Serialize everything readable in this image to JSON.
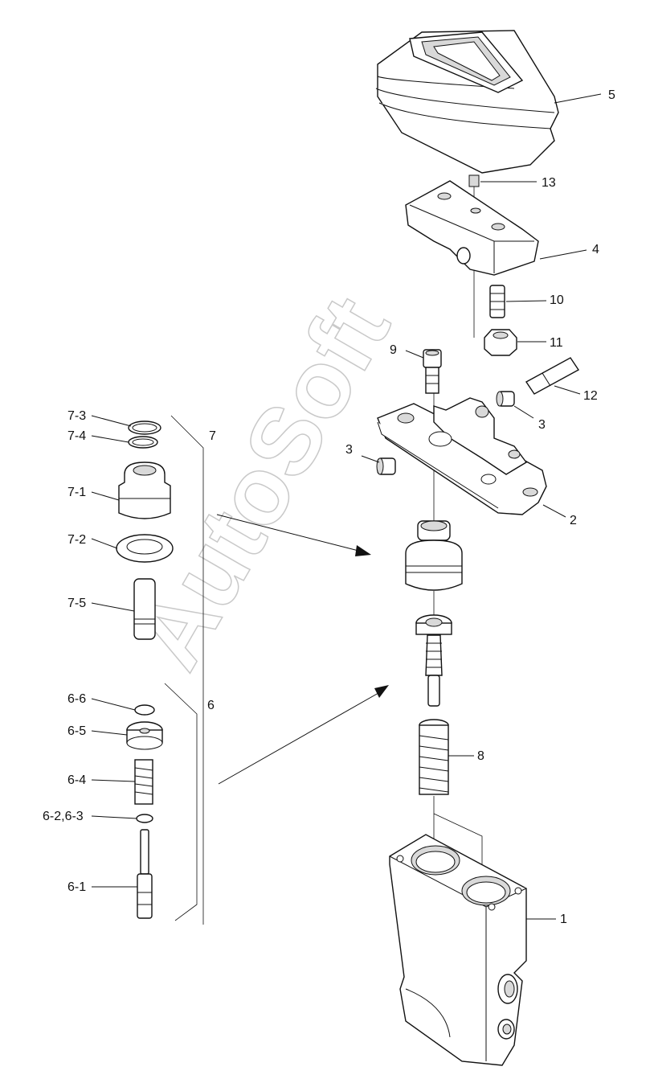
{
  "labels": {
    "p1": "1",
    "p2": "2",
    "p3a": "3",
    "p3b": "3",
    "p4": "4",
    "p5": "5",
    "p6": "6",
    "p7": "7",
    "p8": "8",
    "p9": "9",
    "p10": "10",
    "p11": "11",
    "p12": "12",
    "p13": "13",
    "p61": "6-1",
    "p623": "6-2,6-3",
    "p64": "6-4",
    "p65": "6-5",
    "p66": "6-6",
    "p71": "7-1",
    "p72": "7-2",
    "p73": "7-3",
    "p74": "7-4",
    "p75": "7-5"
  },
  "watermark": "AutoSoft"
}
